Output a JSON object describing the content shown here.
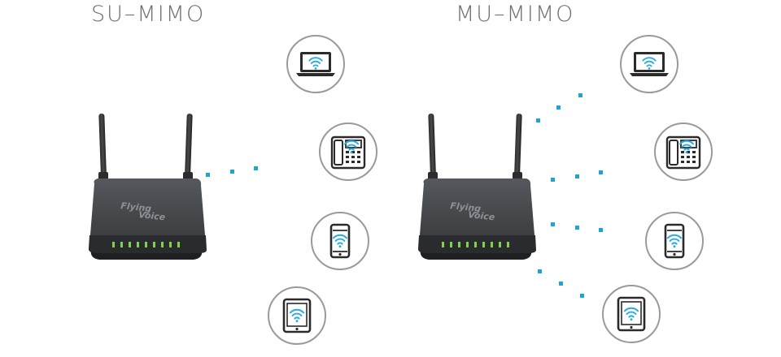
{
  "su_title": "SU–MIMO",
  "mu_title": "MU–MIMO",
  "router": {
    "brand_line1": "Flying",
    "brand_line2": "Voice"
  },
  "colors": {
    "wifi_blue": "#29abe2",
    "signal_dot": "#1ea5d8",
    "router_body": "#3c3e41",
    "circle_border": "#9a9a9a",
    "device_dark": "#2a2a2a"
  },
  "su_devices": [
    "laptop-icon",
    "desk-phone-icon",
    "smartphone-icon",
    "tablet-icon"
  ],
  "mu_devices": [
    "laptop-icon",
    "desk-phone-icon",
    "smartphone-icon",
    "tablet-icon"
  ]
}
